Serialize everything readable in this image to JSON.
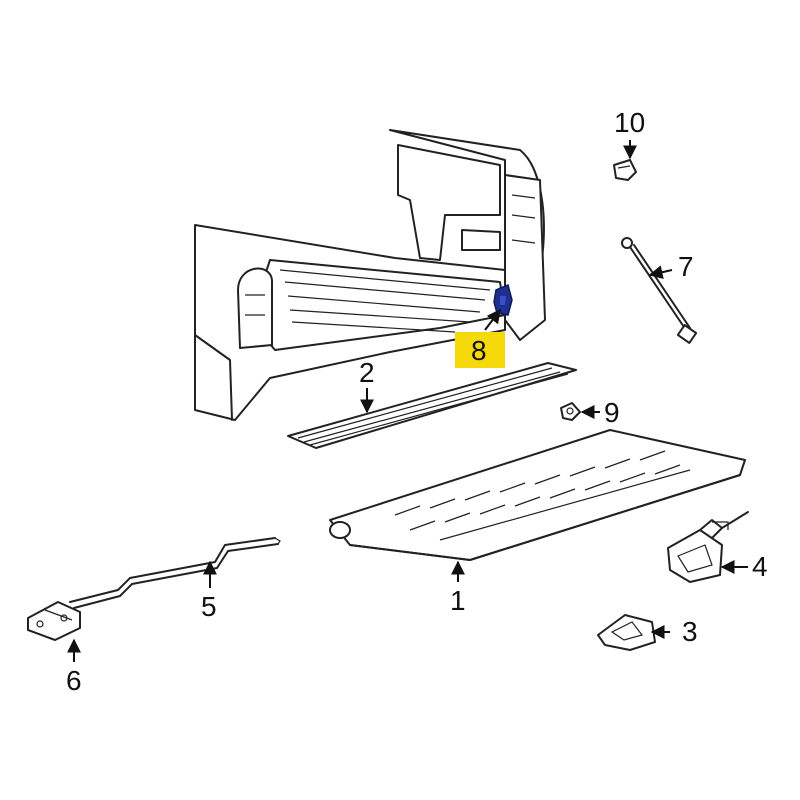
{
  "callouts": {
    "c1": "1",
    "c2": "2",
    "c3": "3",
    "c4": "4",
    "c5": "5",
    "c6": "6",
    "c7": "7",
    "c8": "8",
    "c9": "9",
    "c10": "10"
  },
  "colors": {
    "highlight": "#f5d90a",
    "highlighted_part": "#1f2f8f",
    "line": "#222222"
  }
}
